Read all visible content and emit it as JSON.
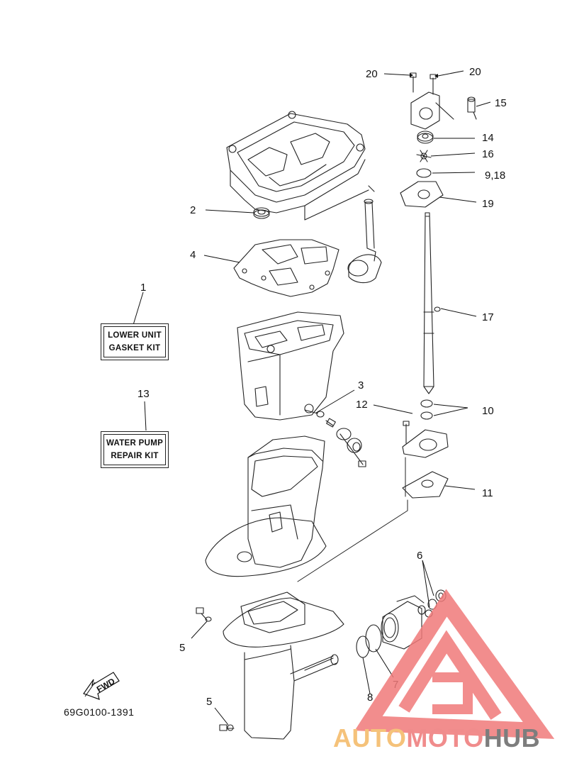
{
  "diagram": {
    "part_code": "69G0100-1391",
    "fwd_label": "FWD",
    "kits": {
      "lower_unit": {
        "line1": "LOWER UNIT",
        "line2": "GASKET KIT"
      },
      "water_pump": {
        "line1": "WATER PUMP",
        "line2": "REPAIR KIT"
      }
    },
    "callouts": {
      "c1": "1",
      "c2": "2",
      "c3": "3",
      "c4": "4",
      "c5a": "5",
      "c5b": "5",
      "c6": "6",
      "c7": "7",
      "c8": "8",
      "c9_18": "9,18",
      "c10": "10",
      "c11": "11",
      "c12": "12",
      "c13": "13",
      "c14": "14",
      "c15": "15",
      "c16": "16",
      "c17": "17",
      "c19": "19",
      "c20a": "20",
      "c20b": "20"
    }
  },
  "watermark": {
    "part1": "AUTO",
    "part2": "MOTO",
    "part3": "HUB",
    "color_auto": "#f5c27a",
    "color_moto": "#f08c8c",
    "color_hub": "#7d7d7d",
    "logo_color": "#f07a7a"
  }
}
